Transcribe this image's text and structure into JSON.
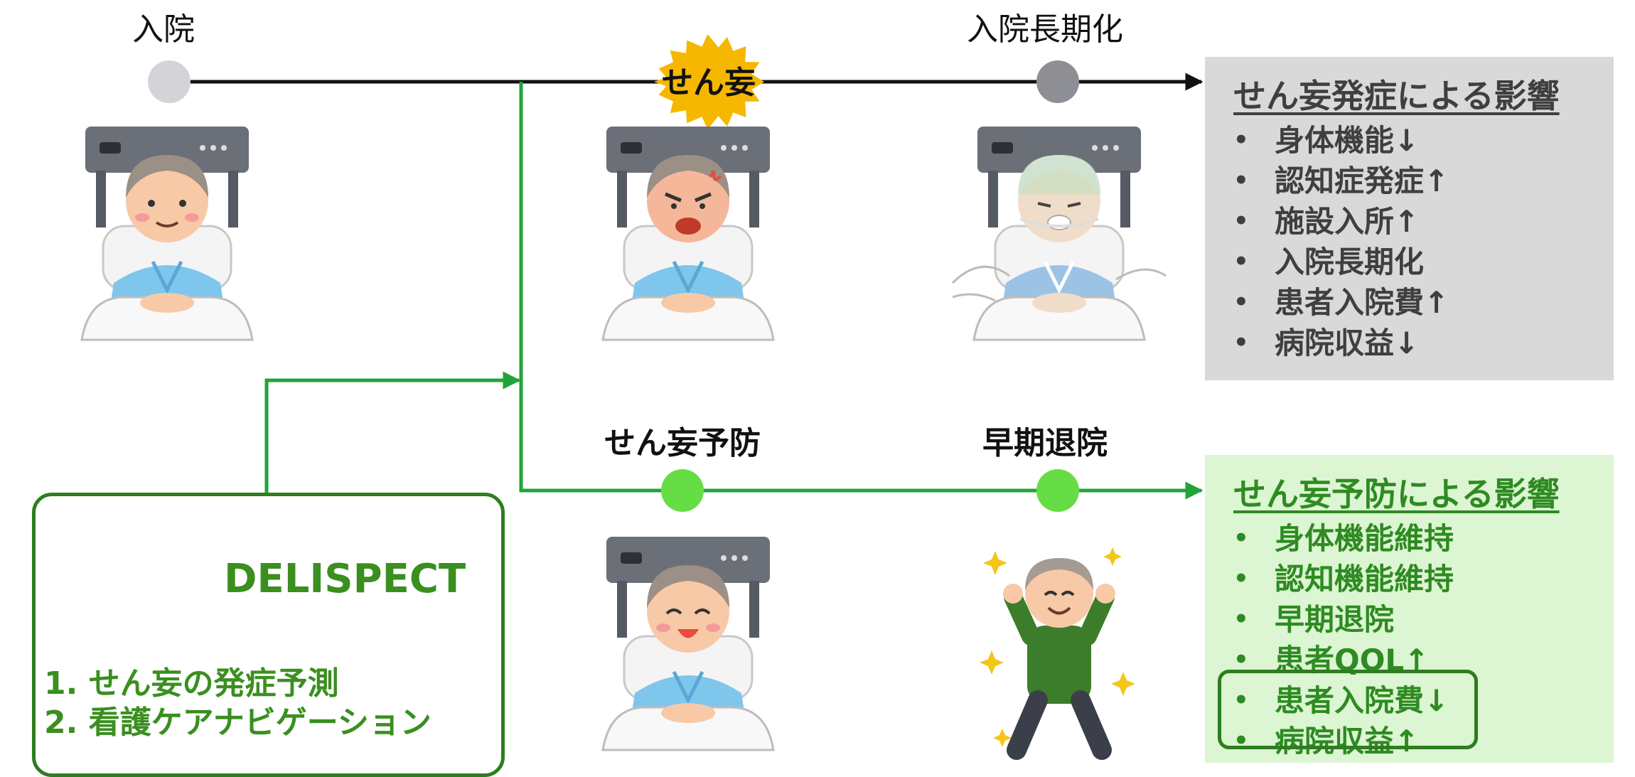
{
  "timeline_top": {
    "admission_label": "入院",
    "delirium_label": "せん妄",
    "long_stay_label": "入院長期化"
  },
  "timeline_bottom": {
    "prevention_label": "せん妄予防",
    "early_discharge_label": "早期退院"
  },
  "impact_negative": {
    "title": "せん妄発症による影響",
    "items": [
      "身体機能↓",
      "認知症発症↑",
      "施設入所↑",
      "入院長期化",
      "患者入院費↑",
      "病院収益↓"
    ]
  },
  "impact_positive": {
    "title": "せん妄予防による影響",
    "items": [
      "身体機能維持",
      "認知機能維持",
      "早期退院",
      "患者QOL↑",
      "患者入院費↓",
      "病院収益↑"
    ]
  },
  "delispect": {
    "brand": "DELISPECT",
    "features": [
      "1.  せん妄の発症予測",
      "2.  看護ケアナビゲーション"
    ]
  },
  "colors": {
    "timeline_black": "#111111",
    "timeline_green": "#22a33a",
    "burst_yellow": "#f6b700",
    "node_light_gray": "#d3d3d8",
    "node_dark_gray": "#8e8f94",
    "node_green": "#66dd44",
    "negative_box_bg": "#d9d9d9",
    "positive_box_bg": "#dcf5d2",
    "positive_text": "#2e8b22",
    "negative_text": "#3f3f3f",
    "delispect_green": "#3a8f1f",
    "logo_teal": "#1f7a6a"
  },
  "icons": [
    "patient-in-bed-calm-icon",
    "patient-in-bed-angry-icon",
    "patient-in-bed-oxygen-icon",
    "patient-in-bed-smiling-icon",
    "elderly-man-cheering-icon",
    "delispect-logo-icon"
  ]
}
